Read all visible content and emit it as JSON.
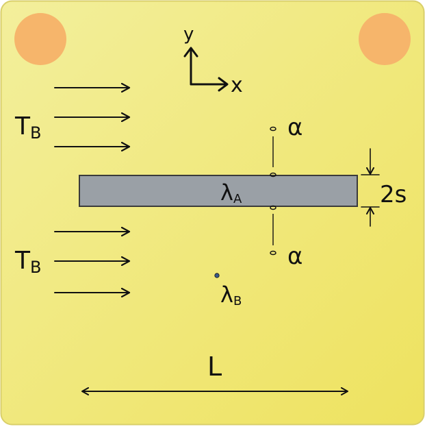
{
  "colors": {
    "card_top": "#f3ef9c",
    "card_bottom": "#eee25f",
    "card_border": "#d9cf6a",
    "pin": "#f6b56b",
    "plate_fill": "#9aa0a6",
    "plate_stroke": "#3a3a3a",
    "ink": "#111111"
  },
  "axes": {
    "y_label": "y",
    "x_label": "x"
  },
  "flow": {
    "upper_label_main": "T",
    "upper_label_sub": "B",
    "lower_label_main": "T",
    "lower_label_sub": "B"
  },
  "plate": {
    "conductivity_main": "λ",
    "conductivity_sub": "A"
  },
  "fluid": {
    "conductivity_main": "λ",
    "conductivity_sub": "B"
  },
  "heat_transfer": {
    "upper_label": "α",
    "lower_label": "α"
  },
  "thickness_label": "2s",
  "length_label": "L"
}
